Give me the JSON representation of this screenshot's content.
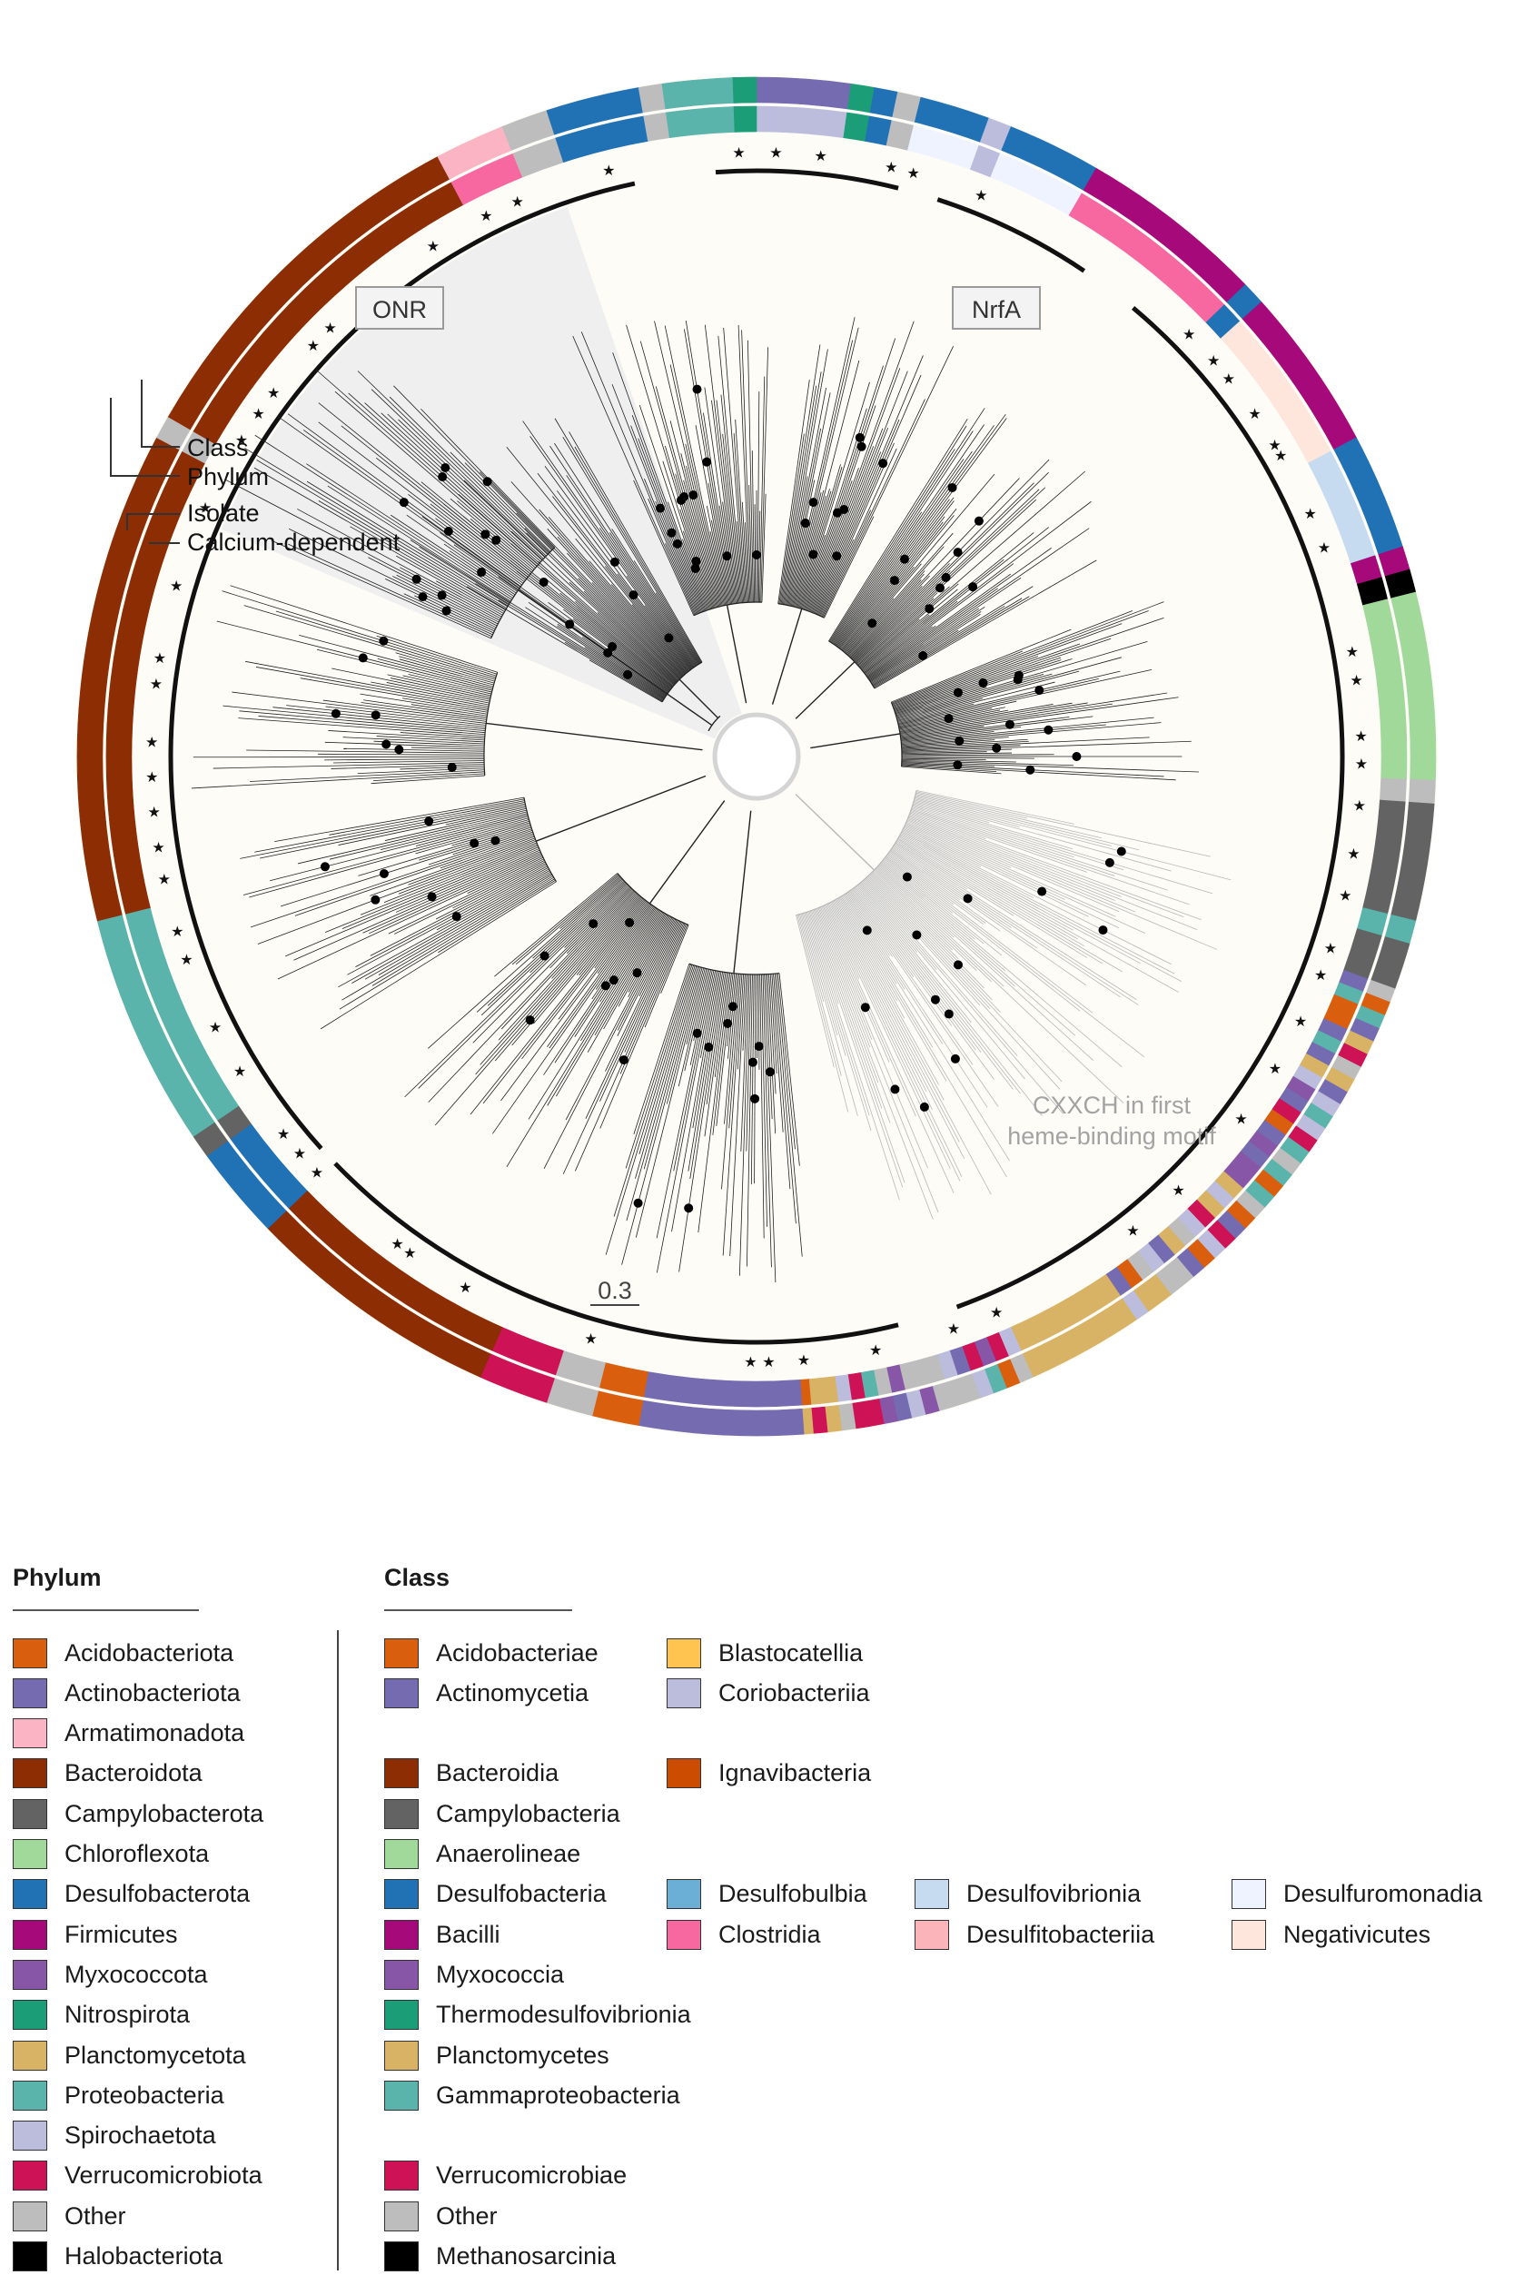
{
  "figure": {
    "clade_labels": [
      "ONR",
      "NrfA"
    ],
    "ring_labels": [
      "Class",
      "Phylum",
      "Isolate",
      "Calcium-dependent"
    ],
    "motif_note_line1": "CXXCH in first",
    "motif_note_line2": "heme-binding motif",
    "scale_bar": "0.3"
  },
  "colors": {
    "Acidobacteriota": "#d95f0e",
    "Actinobacteriota": "#756bb1",
    "Armatimonadota": "#fbb4c4",
    "Bacteroidota": "#8c2d04",
    "Campylobacterota": "#636363",
    "Chloroflexota": "#a1d99b",
    "Desulfobacterota": "#2171b5",
    "Firmicutes": "#a6097a",
    "Myxococcota": "#8856a7",
    "Nitrospirota": "#1b9e77",
    "Planctomycetota": "#d8b365",
    "Proteobacteria": "#5ab4ac",
    "Spirochaetota": "#bcbddc",
    "Verrucomicrobiota": "#ce1256",
    "Other": "#bdbdbd",
    "Halobacteriota": "#000000",
    "Acidobacteriae": "#d95f0e",
    "Actinomycetia": "#756bb1",
    "Blastocatellia": "#fec44f",
    "Coriobacteriia": "#bcbddc",
    "Bacteroidia": "#8c2d04",
    "Campylobacteria": "#636363",
    "Ignavibacteria": "#cc4c02",
    "Anaerolineae": "#a1d99b",
    "Desulfobacteria": "#2171b5",
    "Desulfobulbia": "#6baed6",
    "Desulfovibrionia": "#c6dbef",
    "Desulfuromonadia": "#eff3ff",
    "Bacilli": "#a6097a",
    "Clostridia": "#f768a1",
    "Desulfitobacteriia": "#fbb4b9",
    "Negativicutes": "#fee6dc",
    "Myxococcia": "#8856a7",
    "Thermodesulfovibrionia": "#1b9e77",
    "Planctomycetes": "#d8b365",
    "Gammaproteobacteria": "#5ab4ac",
    "Verrucomicrobiae": "#ce1256",
    "Methanosarcinia": "#000000",
    "background": "#fdfcf6",
    "onr_sector": "#efefef",
    "cxxch_branches": "#b8b8b8",
    "main_branches": "#222222"
  },
  "legend": {
    "phylum_title": "Phylum",
    "class_title": "Class",
    "phylum_items": [
      {
        "label": "Acidobacteriota",
        "color": "#d95f0e"
      },
      {
        "label": "Actinobacteriota",
        "color": "#756bb1"
      },
      {
        "label": "Armatimonadota",
        "color": "#fbb4c4"
      },
      {
        "label": "Bacteroidota",
        "color": "#8c2d04"
      },
      {
        "label": "Campylobacterota",
        "color": "#636363"
      },
      {
        "label": "Chloroflexota",
        "color": "#a1d99b"
      },
      {
        "label": "Desulfobacterota",
        "color": "#2171b5"
      },
      {
        "label": "Firmicutes",
        "color": "#a6097a"
      },
      {
        "label": "Myxococcota",
        "color": "#8856a7"
      },
      {
        "label": "Nitrospirota",
        "color": "#1b9e77"
      },
      {
        "label": "Planctomycetota",
        "color": "#d8b365"
      },
      {
        "label": "Proteobacteria",
        "color": "#5ab4ac"
      },
      {
        "label": "Spirochaetota",
        "color": "#bcbddc"
      },
      {
        "label": "Verrucomicrobiota",
        "color": "#ce1256"
      },
      {
        "label": "Other",
        "color": "#bdbdbd"
      },
      {
        "label": "Halobacteriota",
        "color": "#000000"
      }
    ],
    "class_items": [
      {
        "label": "Acidobacteriae",
        "color": "#d95f0e"
      },
      {
        "label": "Actinomycetia",
        "color": "#756bb1"
      },
      {
        "label": "Blastocatellia",
        "color": "#fec44f"
      },
      {
        "label": "Coriobacteriia",
        "color": "#bcbddc"
      },
      {
        "label": "Bacteroidia",
        "color": "#8c2d04"
      },
      {
        "label": "Campylobacteria",
        "color": "#636363"
      },
      {
        "label": "Ignavibacteria",
        "color": "#cc4c02"
      },
      {
        "label": "Anaerolineae",
        "color": "#a1d99b"
      },
      {
        "label": "Desulfobacteria",
        "color": "#2171b5"
      },
      {
        "label": "Desulfobulbia",
        "color": "#6baed6"
      },
      {
        "label": "Desulfovibrionia",
        "color": "#c6dbef"
      },
      {
        "label": "Desulfuromonadia",
        "color": "#eff3ff"
      },
      {
        "label": "Bacilli",
        "color": "#a6097a"
      },
      {
        "label": "Clostridia",
        "color": "#f768a1"
      },
      {
        "label": "Desulfitobacteriia",
        "color": "#fbb4b9"
      },
      {
        "label": "Negativicutes",
        "color": "#fee6dc"
      },
      {
        "label": "Myxococcia",
        "color": "#8856a7"
      },
      {
        "label": "Thermodesulfovibrionia",
        "color": "#1b9e77"
      },
      {
        "label": "Planctomycetes",
        "color": "#d8b365"
      },
      {
        "label": "Gammaproteobacteria",
        "color": "#5ab4ac"
      },
      {
        "label": "Verrucomicrobiae",
        "color": "#ce1256"
      },
      {
        "label": "Other",
        "color": "#bdbdbd"
      },
      {
        "label": "Methanosarcinia",
        "color": "#000000"
      }
    ]
  }
}
